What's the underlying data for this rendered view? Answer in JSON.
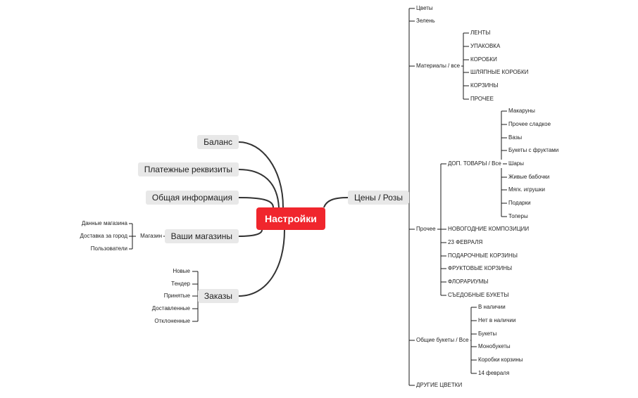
{
  "mindmap": {
    "root": "Настройки",
    "left": {
      "balance": "Баланс",
      "payment_details": "Платежные реквизиты",
      "general_info": "Общая информация",
      "your_shops": {
        "label": "Ваши магазины",
        "shop": {
          "label": "Магазин",
          "children": [
            "Данные магазина",
            "Доставка за город",
            "Пользователи"
          ]
        }
      },
      "orders": {
        "label": "Заказы",
        "children": [
          "Новые",
          "Тендер",
          "Принятые",
          "Доставленные",
          "Отклоненные"
        ]
      }
    },
    "right": {
      "prices": {
        "label": "Цены / Розы",
        "flowers": "Цветы",
        "greens": "Зелень",
        "materials": {
          "label": "Материалы / все",
          "children": [
            "ЛЕНТЫ",
            "УПАКОВКА",
            "КОРОБКИ",
            "ШЛЯПНЫЕ КОРОБКИ",
            "КОРЗИНЫ",
            "ПРОЧЕЕ"
          ]
        },
        "other": {
          "label": "Прочее",
          "extra_goods": {
            "label": "ДОП. ТОВАРЫ / Все",
            "children": [
              "Макаруны",
              "Прочее сладкое",
              "Вазы",
              "Букеты с фруктами",
              "Шары",
              "Живые бабочки",
              "Мягк. игрушки",
              "Подарки",
              "Топеры"
            ]
          },
          "items": [
            "НОВОГОДНИЕ КОМПОЗИЦИИ",
            "23 ФЕВРАЛЯ",
            "ПОДАРОЧНЫЕ КОРЗИНЫ",
            "ФРУКТОВЫЕ КОРЗИНЫ",
            "ФЛОРАРИУМЫ",
            "СЪЕДОБНЫЕ БУКЕТЫ"
          ]
        },
        "bouquets": {
          "label": "Общие букеты / Все",
          "children": [
            "В наличии",
            "Нет в наличии",
            "Букеты",
            "Монобукеты",
            "Коробки корзины",
            "14 февраля"
          ]
        },
        "other_flowers": "ДРУГИЕ ЦВЕТКИ"
      }
    }
  },
  "colors": {
    "root": "#f0262d",
    "major_fill": "#e8e8e8",
    "line": "#1a1a1a"
  }
}
